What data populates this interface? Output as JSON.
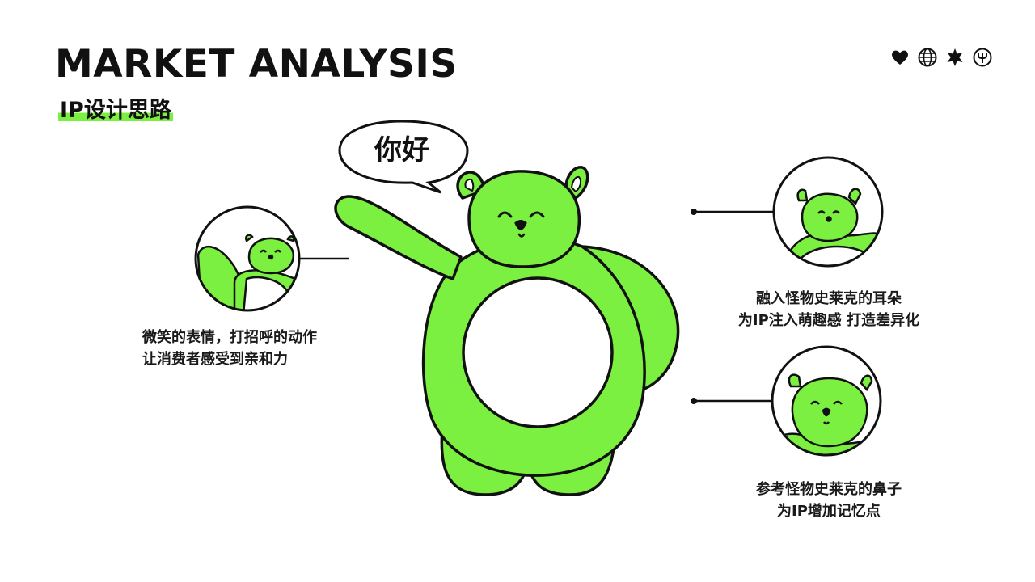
{
  "header": {
    "title": "MARKET ANALYSIS",
    "subtitle": "IP设计思路"
  },
  "top_icons": [
    "heart-icon",
    "globe-icon",
    "star-icon",
    "fork-circle-icon"
  ],
  "speech_bubble": {
    "text": "你好"
  },
  "captions": {
    "left": [
      "微笑的表情，打招呼的动作",
      "让消费者感受到亲和力"
    ],
    "right_top": [
      "融入怪物史莱克的耳朵",
      "为IP注入萌趣感 打造差异化"
    ],
    "right_bottom": [
      "参考怪物史莱克的鼻子",
      "为IP增加记忆点"
    ]
  },
  "colors": {
    "mascot_green": "#7cf040",
    "outline": "#111111",
    "background": "#ffffff"
  }
}
